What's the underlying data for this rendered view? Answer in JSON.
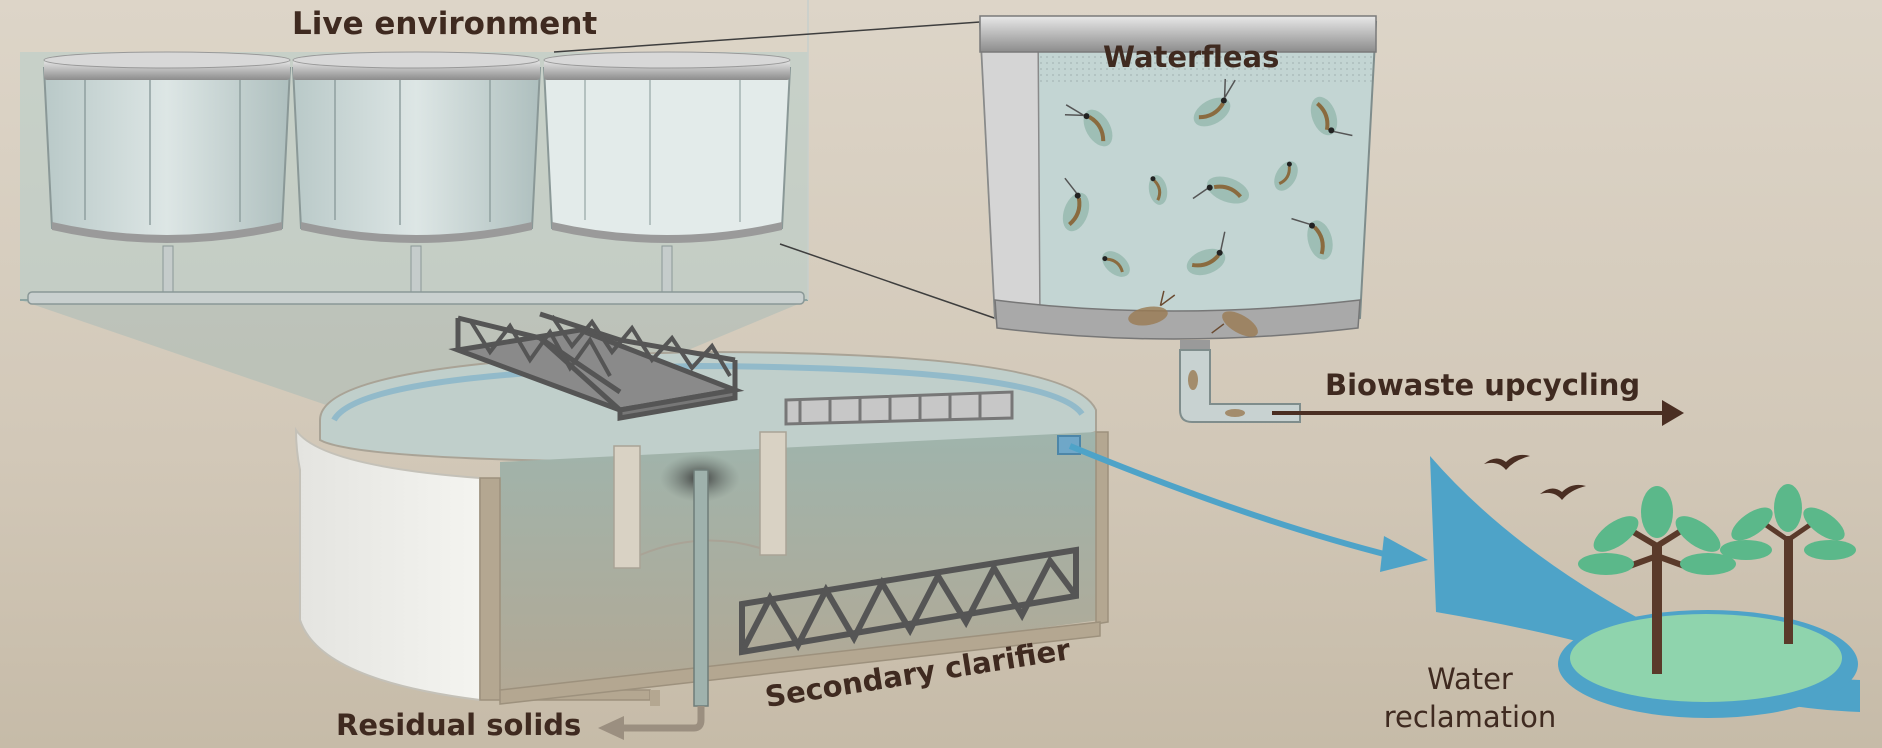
{
  "labels": {
    "live_environment": "Live environment",
    "waterfleas": "Waterfleas",
    "biowaste_upcycling": "Biowaste upcycling",
    "secondary_clarifier": "Secondary clarifier",
    "residual_solids": "Residual solids",
    "water_line1": "Water",
    "water_line2": "reclamation"
  },
  "colors": {
    "text": "#3f2a20",
    "arrow_brown": "#4a2e22",
    "water_blue": "#4ea3c8",
    "water_light": "#b7d2d0",
    "tree_leaf": "#5bb88a",
    "island_green": "#8fd4ad",
    "trunk": "#5a3a2a",
    "truss": "#555555"
  },
  "icons": [
    "daphnia-icon",
    "bird-icon",
    "tree-icon",
    "arrow-icon"
  ]
}
